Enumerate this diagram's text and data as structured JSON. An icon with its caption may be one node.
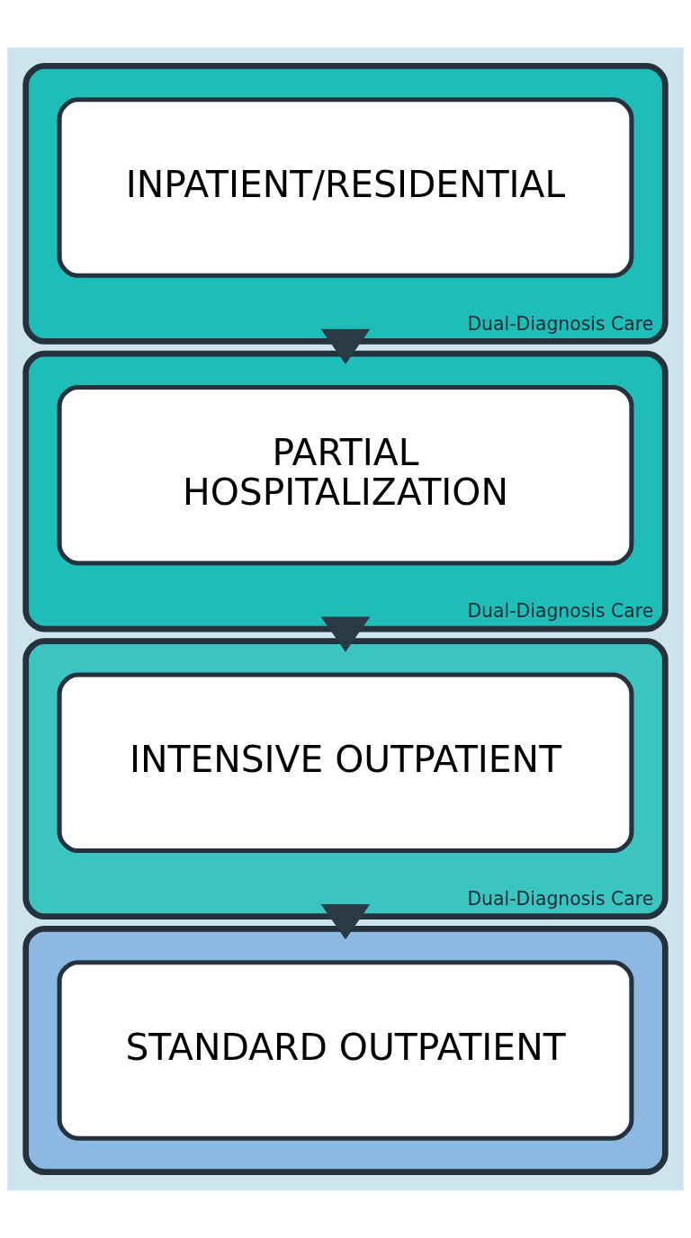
{
  "diagram": {
    "nodes": [
      {
        "text": [
          "Dual-Diagnosis Care"
        ]
      },
      {
        "text": [
          "INPATIENT/RESIDENTIAL"
        ],
        "in": 0
      },
      {
        "text": [
          "Dual-Diagnosis Care"
        ]
      },
      {
        "text": [
          "PARTIAL HOSPITALIZATION"
        ],
        "in": 2
      },
      {
        "text": [
          "Dual-Diagnosis Care"
        ]
      },
      {
        "text": [
          "INTENSIVE OUTPATIENT"
        ],
        "in": 4
      },
      {
        "text": [],
        "shape": "box"
      },
      {
        "text": [
          "STANDARD OUTPATIENT"
        ],
        "in": 6
      }
    ],
    "edges": [
      {
        "from": 0,
        "to": 2,
        "arrow": "to"
      },
      {
        "from": 2,
        "to": 4,
        "arrow": "to"
      },
      {
        "from": 4,
        "to": 6,
        "arrow": "to"
      }
    ]
  }
}
